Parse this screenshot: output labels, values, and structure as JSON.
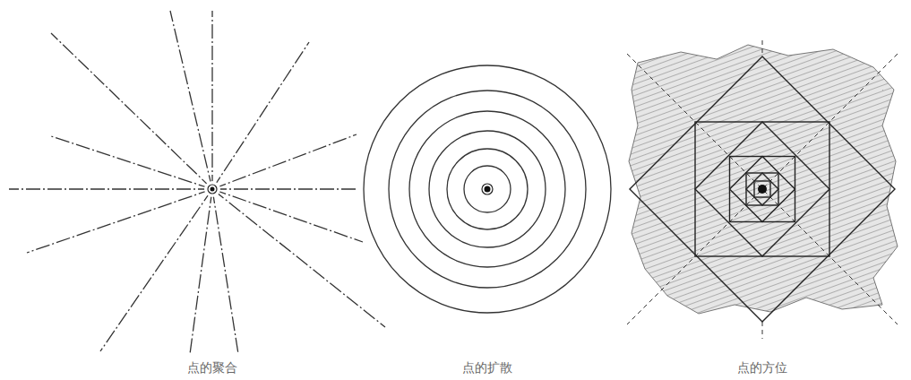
{
  "diagram": {
    "labels": [
      "点的聚合",
      "点的扩散",
      "点的方位"
    ]
  }
}
